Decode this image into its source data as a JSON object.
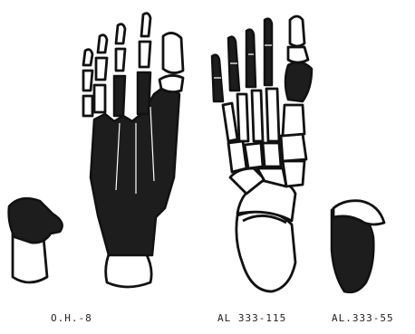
{
  "labels": {
    "left": "O.H.-8",
    "middle": "AL 333-115",
    "right": "AL.333-55"
  }
}
